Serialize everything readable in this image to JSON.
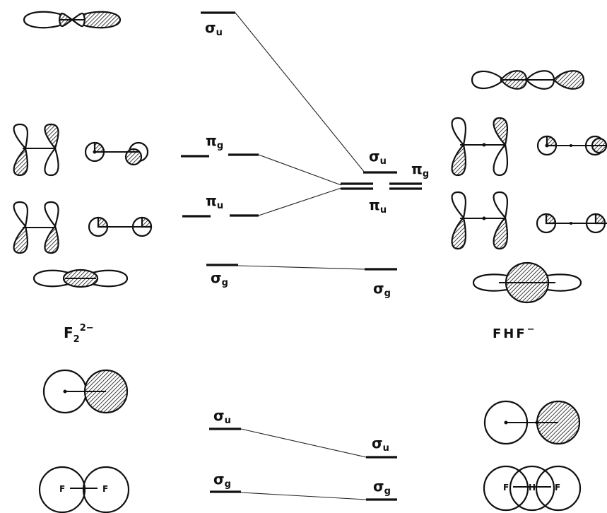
{
  "molecule_labels": {
    "left": "F",
    "left_superscript": "2−",
    "left_subscript": "2",
    "right": "FHF",
    "right_superscript": "−"
  },
  "levels": {
    "sigma_u_top": {
      "symbol": "σ",
      "subscript": "u"
    },
    "pi_g_left": {
      "symbol": "π",
      "subscript": "g"
    },
    "pi_u_left": {
      "symbol": "π",
      "subscript": "u"
    },
    "sigma_g_left": {
      "symbol": "σ",
      "subscript": "g"
    },
    "sigma_u_right": {
      "symbol": "σ",
      "subscript": "u"
    },
    "pi_g_right": {
      "symbol": "π",
      "subscript": "g"
    },
    "pi_u_right": {
      "symbol": "π",
      "subscript": "u"
    },
    "sigma_g_right": {
      "symbol": "σ",
      "subscript": "g"
    },
    "sigma_u_low_left": {
      "symbol": "σ",
      "subscript": "u"
    },
    "sigma_u_low_right": {
      "symbol": "σ",
      "subscript": "u"
    },
    "sigma_g_low_left": {
      "symbol": "σ",
      "subscript": "g"
    },
    "sigma_g_low_right": {
      "symbol": "σ",
      "subscript": "g"
    }
  },
  "atom_labels": {
    "fluorine": "F",
    "hydrogen": "H"
  }
}
